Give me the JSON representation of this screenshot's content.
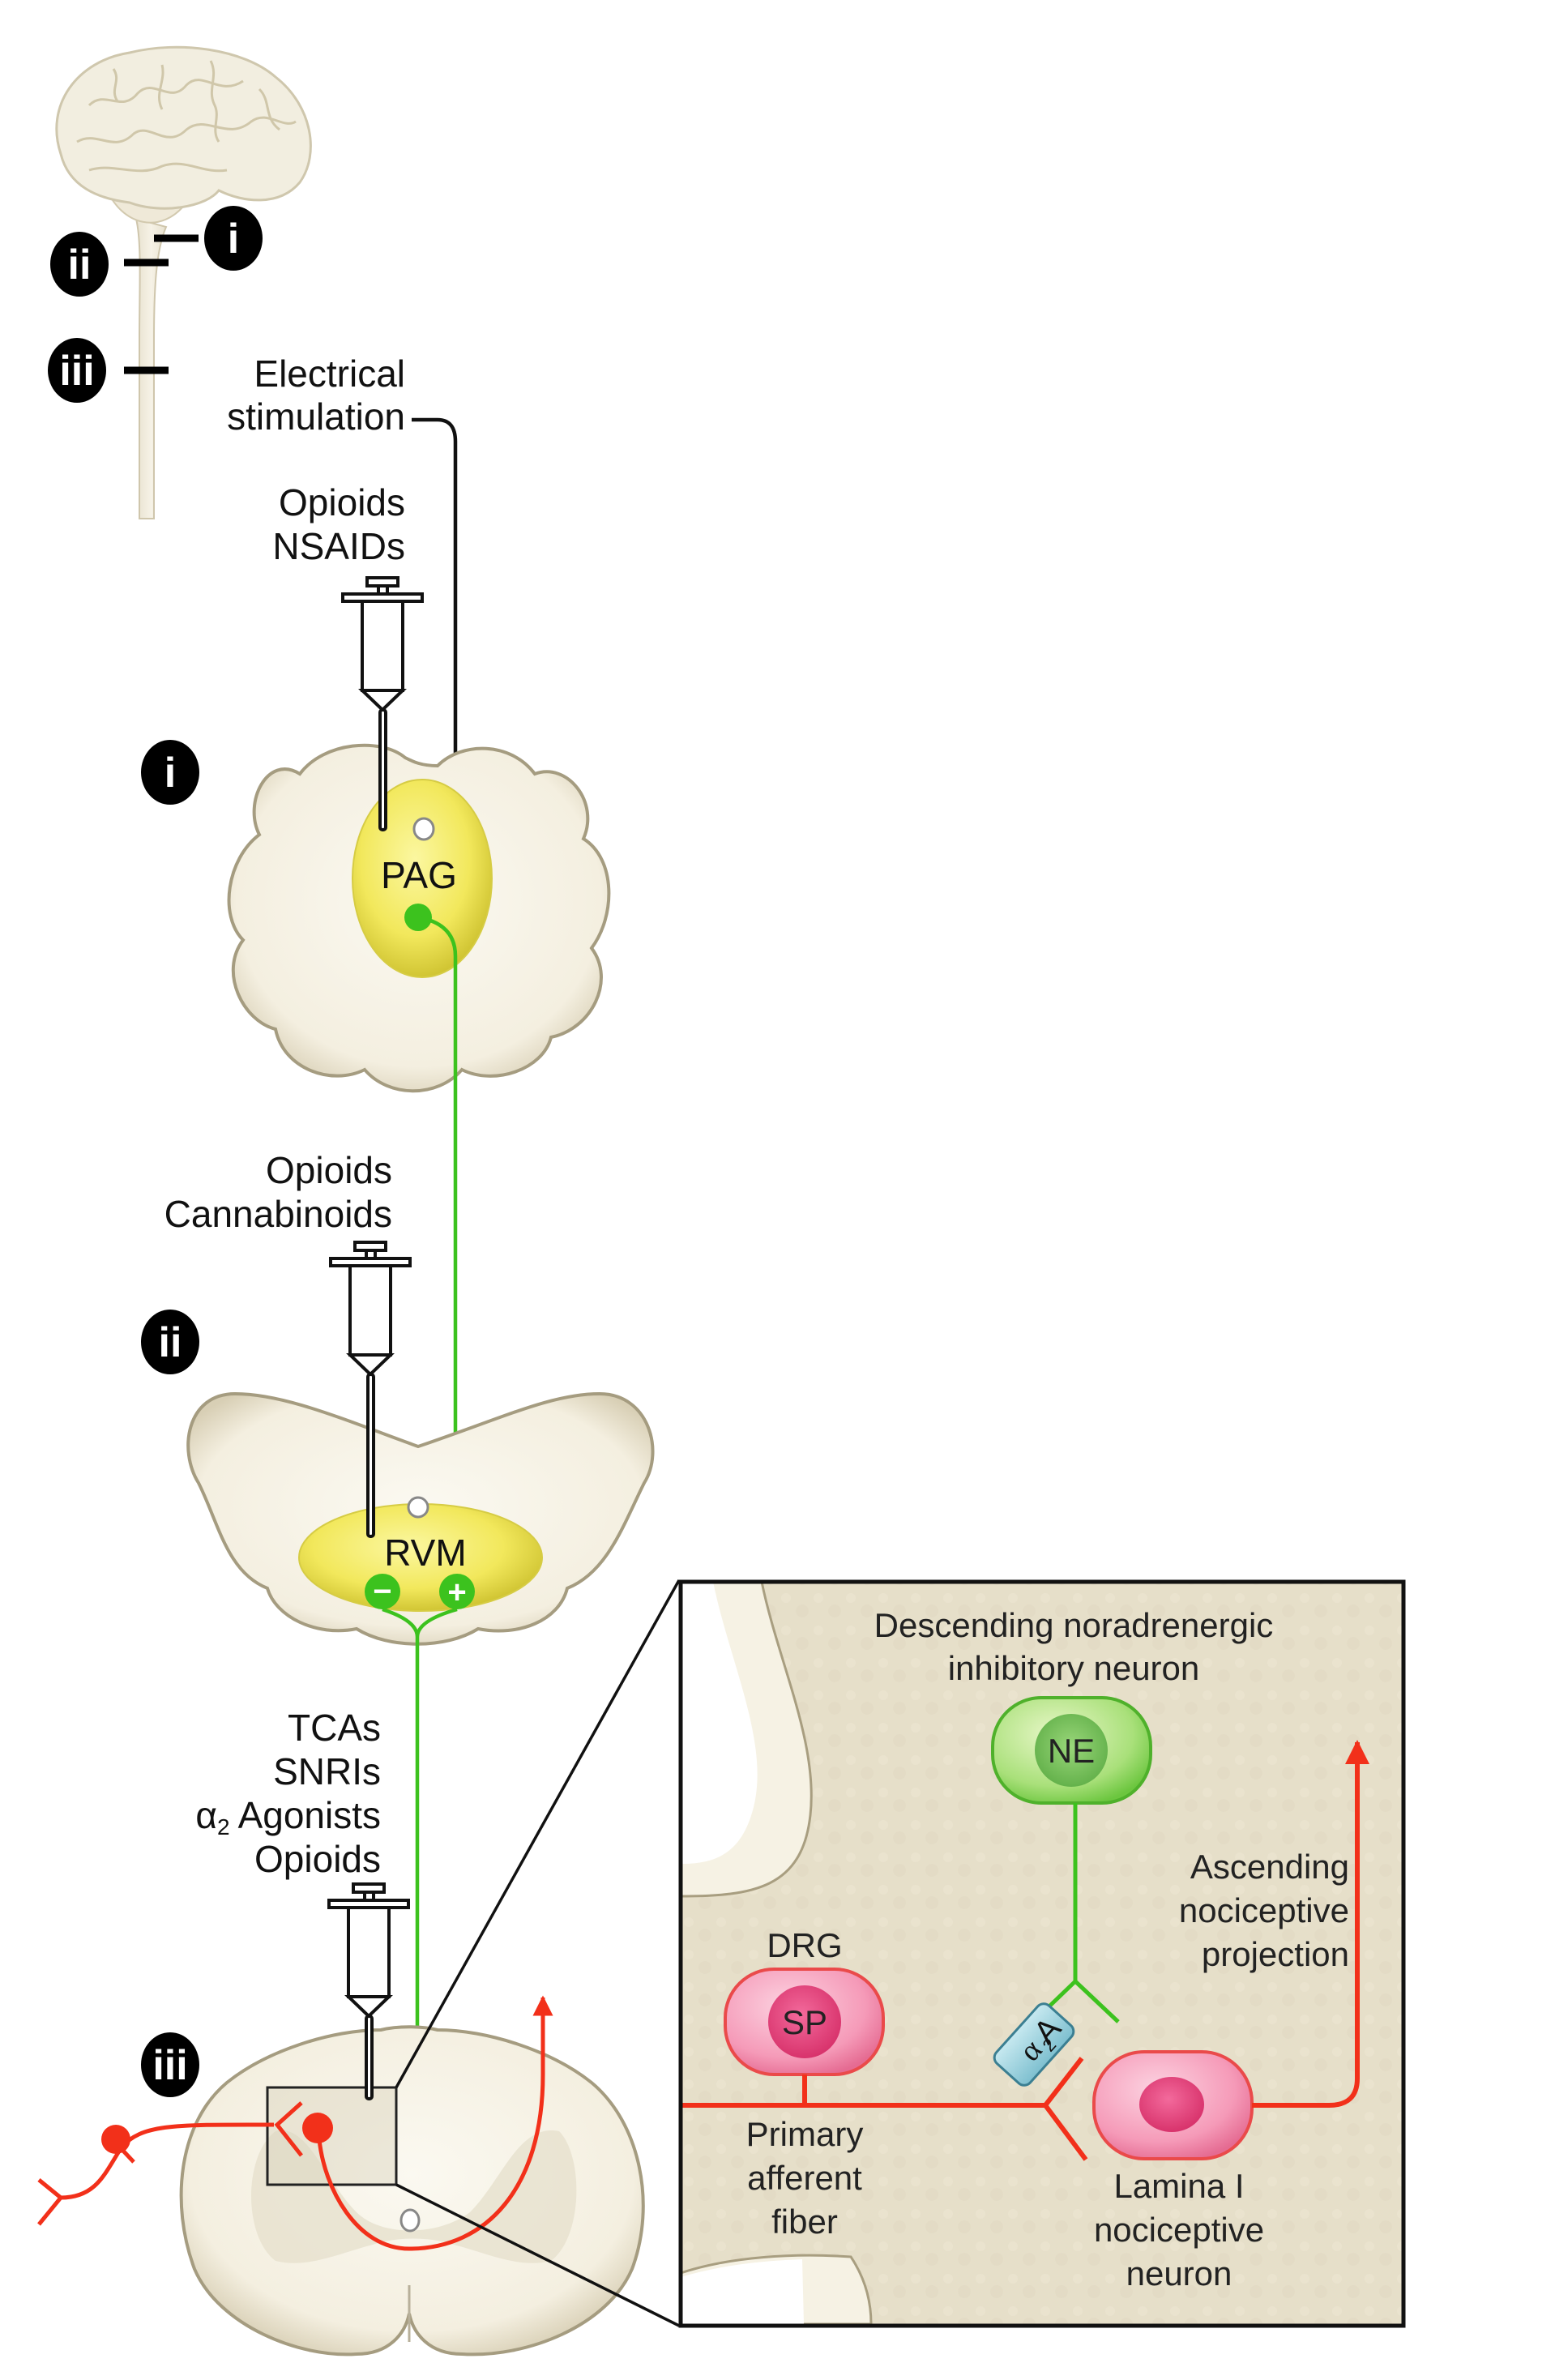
{
  "figure": {
    "title": "Descending pain modulatory pathway and sites of analgesic drug action",
    "colors": {
      "descending_pathway": "#3cc21e",
      "nociceptive_pathway": "#f2301a",
      "nucleus_yellow": "#f4ea6a",
      "tissue": "#f6f2e6",
      "tissue_outline": "#a59c80",
      "inset_background": "#e6dfc9",
      "receptor": "#8ccbd8",
      "badge": "#000000"
    }
  },
  "overview": {
    "badges": [
      {
        "id": "i",
        "label": "i"
      },
      {
        "id": "ii",
        "label": "ii"
      },
      {
        "id": "iii",
        "label": "iii"
      }
    ]
  },
  "levels": {
    "pag": {
      "badge": "i",
      "nucleus_label": "PAG",
      "stimulation_label": [
        "Electrical",
        "stimulation"
      ],
      "drugs": [
        "Opioids",
        "NSAIDs"
      ]
    },
    "rvm": {
      "badge": "ii",
      "nucleus_label": "RVM",
      "drugs": [
        "Opioids",
        "Cannabinoids"
      ],
      "minus_symbol": "−",
      "plus_symbol": "+"
    },
    "spinal": {
      "badge": "iii",
      "drugs": [
        "TCAs",
        "SNRIs",
        "Agonists",
        "Opioids"
      ],
      "alpha_symbol": "α",
      "alpha_subscript": "2"
    }
  },
  "inset": {
    "descending_label": [
      "Descending noradrenergic",
      "inhibitory neuron"
    ],
    "ne_label": "NE",
    "ascending_label": [
      "Ascending",
      "nociceptive",
      "projection"
    ],
    "drg_label": "DRG",
    "sp_label": "SP",
    "receptor_label": "A",
    "receptor_alpha": "α",
    "receptor_subscript": "2",
    "primary_label": [
      "Primary",
      "afferent",
      "fiber"
    ],
    "lamina_label": [
      "Lamina I",
      "nociceptive",
      "neuron"
    ]
  }
}
